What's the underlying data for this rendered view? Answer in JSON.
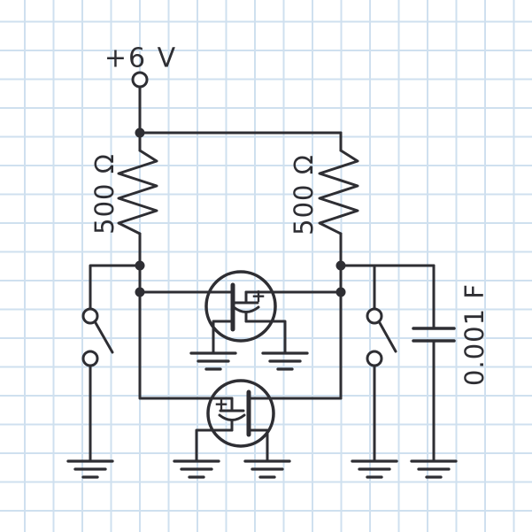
{
  "page": {
    "kind": "hand-drawn circuit schematic on graph paper",
    "colors": {
      "paper": "#ffffff",
      "grid": "#cfe0ef",
      "ink": "#2e2e33"
    }
  },
  "schematic": {
    "supply_label": "+6 V",
    "left_resistor_value": "500 Ω",
    "right_resistor_value": "500 Ω",
    "capacitor_value": "0.001 F",
    "upper_transistor_plus_mark": "+",
    "lower_transistor_plus_mark": "+",
    "components": {
      "resistors": 2,
      "switches": 2,
      "transistors": 2,
      "capacitors": 1,
      "ground_symbols": 7,
      "supply_terminals": 1
    }
  }
}
